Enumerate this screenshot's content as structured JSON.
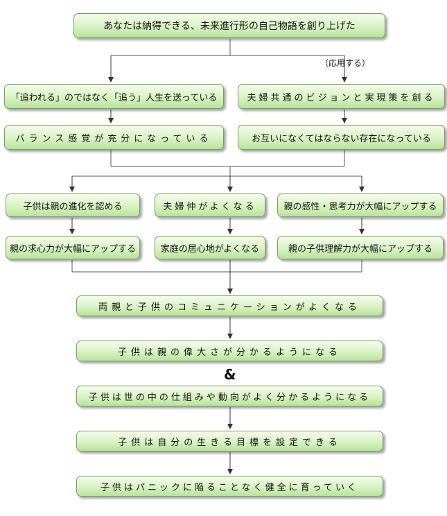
{
  "top": "あなたは納得できる、未来進行形の自己物語を創り上げた",
  "left_branch": {
    "b1": "「追われる」のではなく「追う」人生を送っている",
    "b2": "バランス感覚が充分になっている"
  },
  "right_branch": {
    "note": "（応用する）",
    "b1": "夫婦共通のビジョンと実現策を創る",
    "b2": "お互いになくてはならない存在になっている"
  },
  "columns": [
    {
      "top": "子供は親の進化を認める",
      "bottom": "親の求心力が大幅にアップする"
    },
    {
      "top": "夫婦仲がよくなる",
      "bottom": "家庭の居心地がよくなる"
    },
    {
      "top": "親の感性・思考力が大幅にアップする",
      "bottom": "親の子供理解力が大幅にアップする"
    }
  ],
  "chain": [
    "両親と子供のコミュニケーションがよくなる",
    "子供は親の偉大さが分かるようになる",
    "子供は世の中の仕組みや動向がよく分かるようになる",
    "子供は自分の生きる目標を設定できる",
    "子供はパニックに陥ることなく健全に育っていく"
  ],
  "ampersand": "&"
}
